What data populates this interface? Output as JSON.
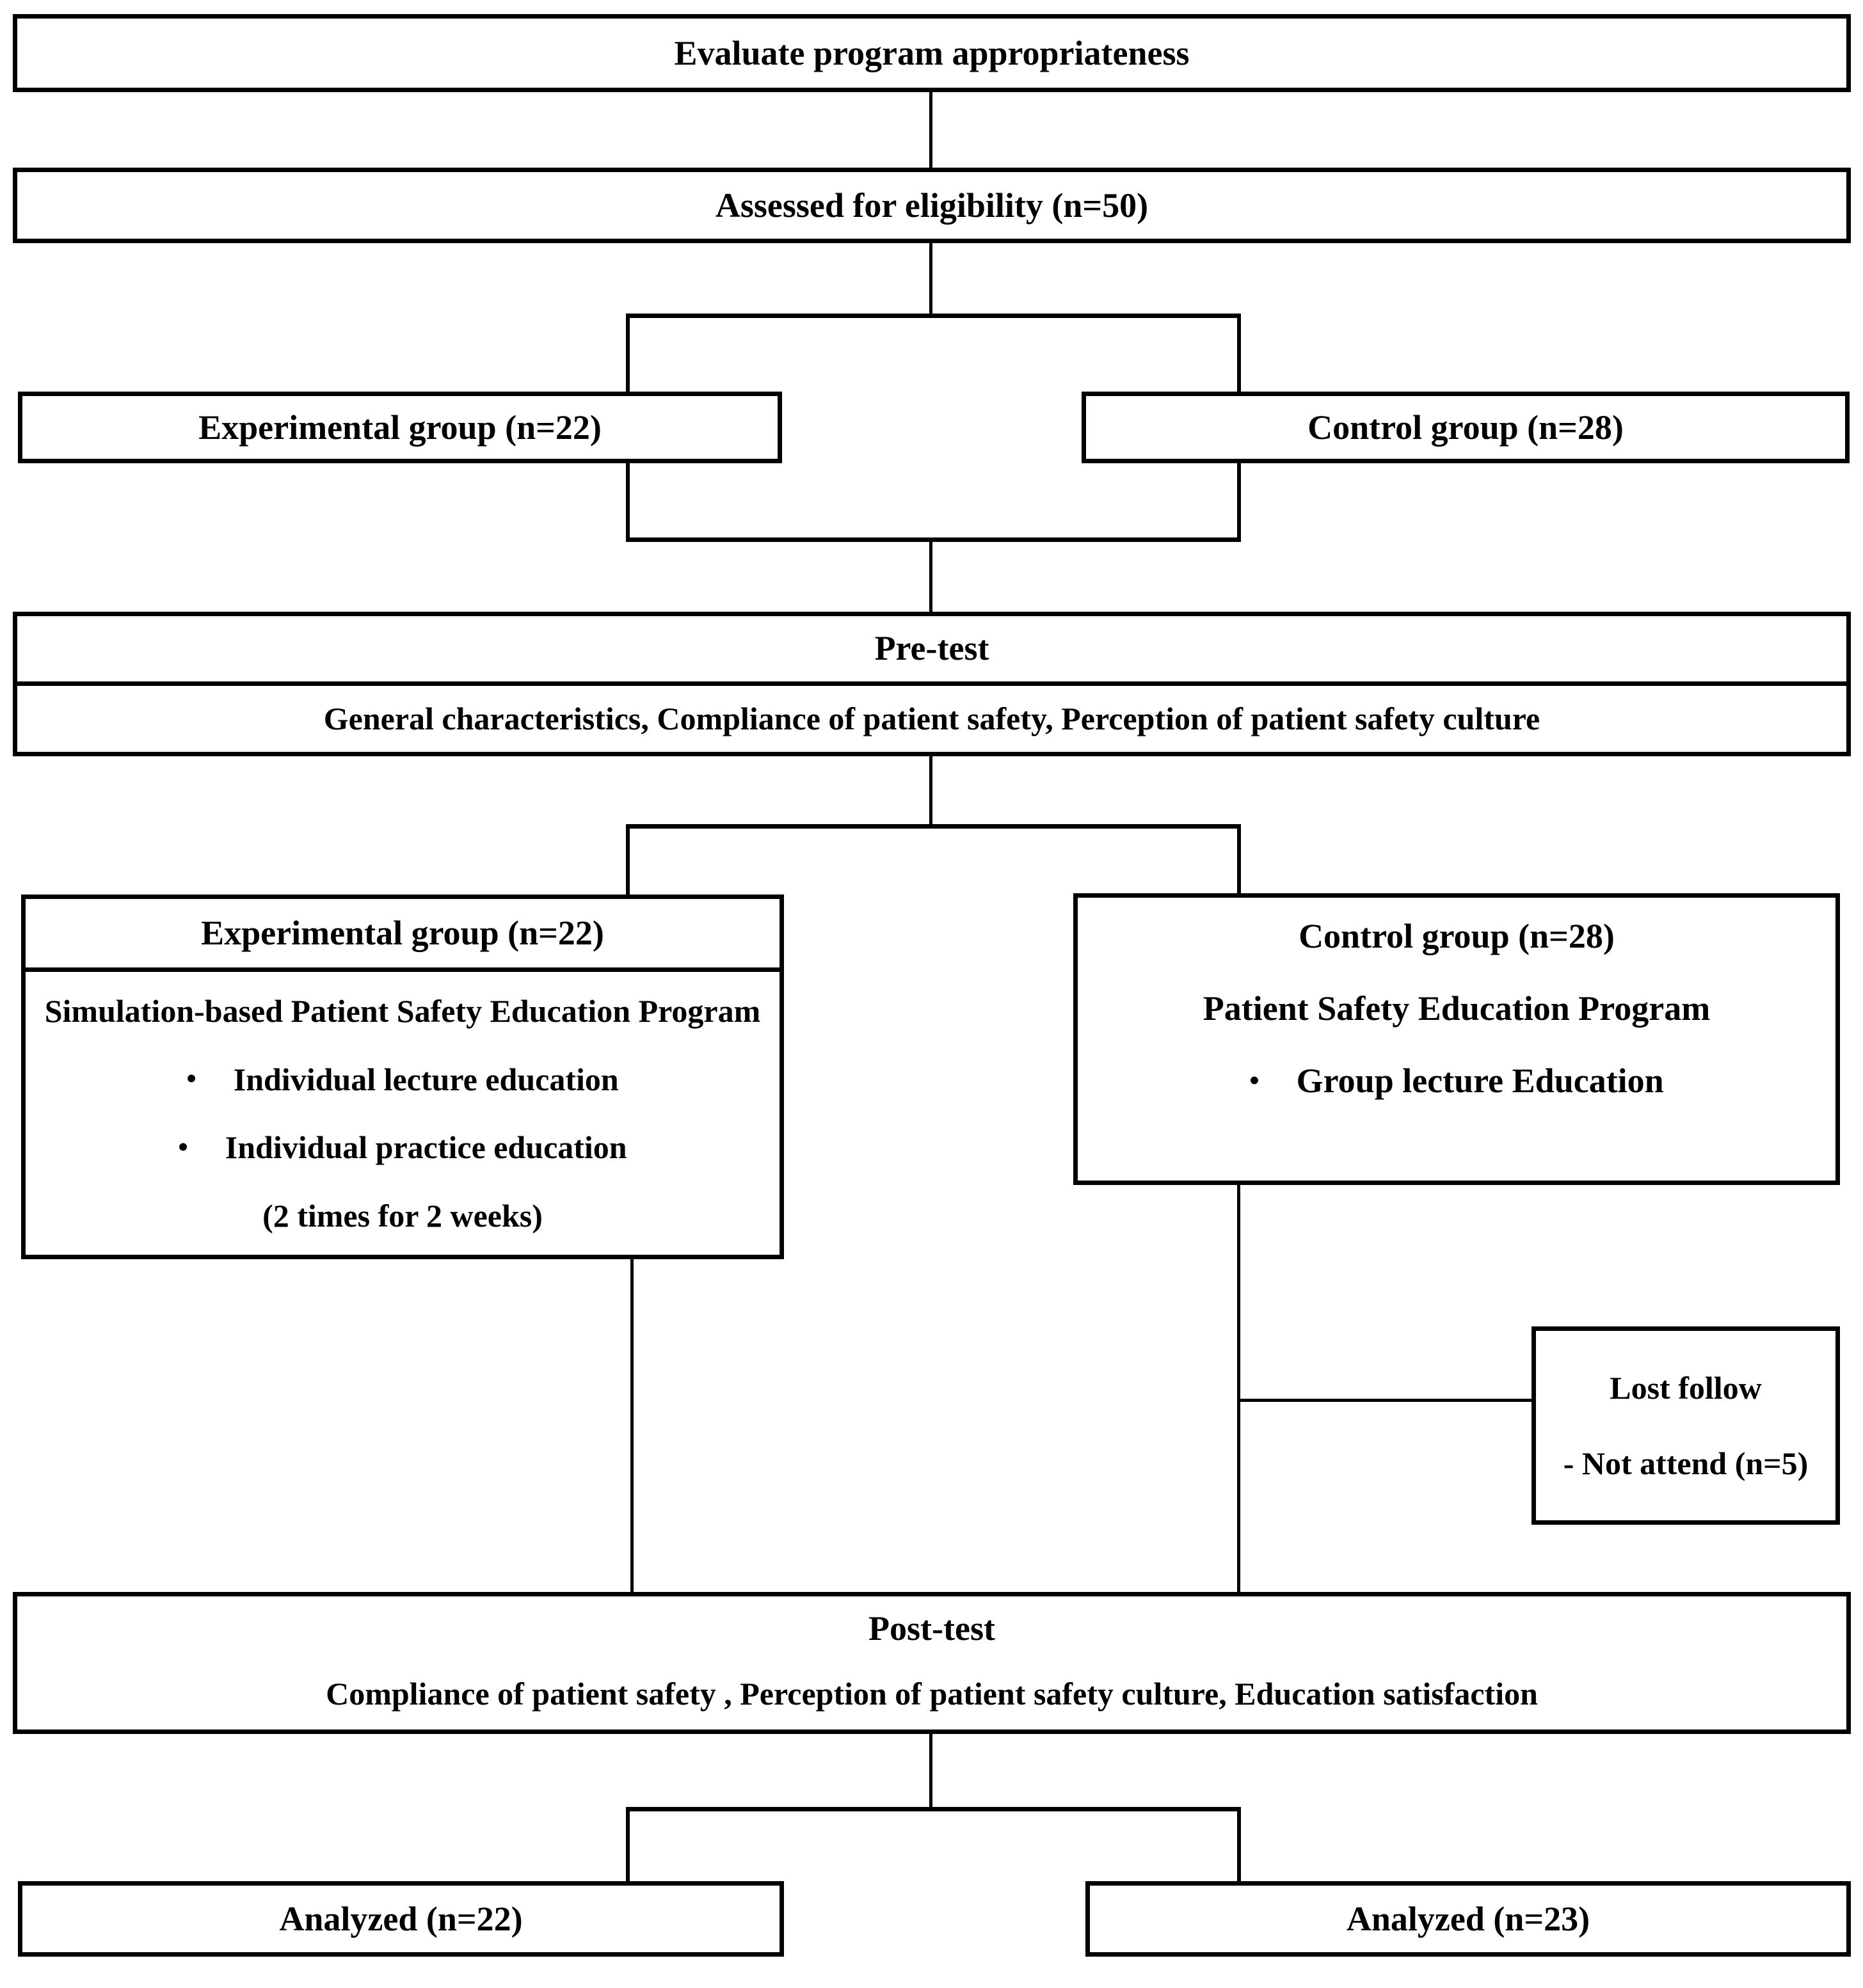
{
  "colors": {
    "line": "#000000",
    "background": "#ffffff",
    "text": "#000000"
  },
  "bullet_glyph": "•",
  "flowchart": {
    "evaluate": {
      "label": "Evaluate program appropriateness"
    },
    "assessed": {
      "label": "Assessed for eligibility (n=50)"
    },
    "allocation": {
      "experimental": {
        "label": "Experimental group (n=22)"
      },
      "control": {
        "label": "Control group (n=28)"
      }
    },
    "pretest": {
      "title": "Pre-test",
      "body": "General characteristics, Compliance of patient safety, Perception of patient safety culture"
    },
    "intervention_experimental": {
      "title": "Experimental group (n=22)",
      "program": "Simulation-based Patient Safety Education Program",
      "bullets": [
        "Individual lecture education",
        "Individual practice education"
      ],
      "footer": "(2 times for 2 weeks)"
    },
    "intervention_control": {
      "title": "Control group (n=28)",
      "program": "Patient Safety Education Program",
      "bullets": [
        "Group lecture Education"
      ]
    },
    "lost_follow": {
      "title": "Lost follow",
      "detail": "- Not attend (n=5)"
    },
    "posttest": {
      "title": "Post-test",
      "body": "Compliance of patient safety , Perception of patient safety culture, Education satisfaction"
    },
    "analyzed": {
      "experimental": {
        "label": "Analyzed (n=22)"
      },
      "control": {
        "label": "Analyzed (n=23)"
      }
    }
  }
}
